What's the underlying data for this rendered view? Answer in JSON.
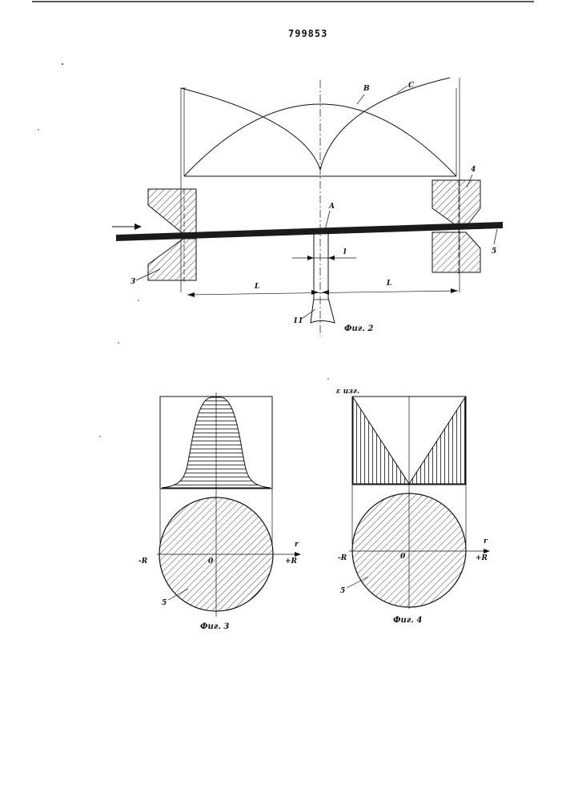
{
  "header": {
    "patent_number": "799853"
  },
  "fig2": {
    "caption": "Фиг. 2",
    "curve_labels": {
      "b": "B",
      "c": "C"
    },
    "labels": {
      "a": "A",
      "roll_left": "3",
      "roll_right": "4",
      "strip": "5",
      "nozzle": "11",
      "gap": "l",
      "span_left": "L",
      "span_right": "L"
    }
  },
  "fig3": {
    "caption": "Фиг. 3",
    "labels": {
      "r_axis": "r",
      "minus_r": "-R",
      "plus_r": "+R",
      "origin": "0",
      "section": "5"
    }
  },
  "fig4": {
    "caption": "Фиг. 4",
    "labels": {
      "y_axis": "ε изг.",
      "r_axis": "r",
      "minus_r": "-R",
      "plus_r": "+R",
      "origin": "0",
      "section": "5"
    }
  }
}
